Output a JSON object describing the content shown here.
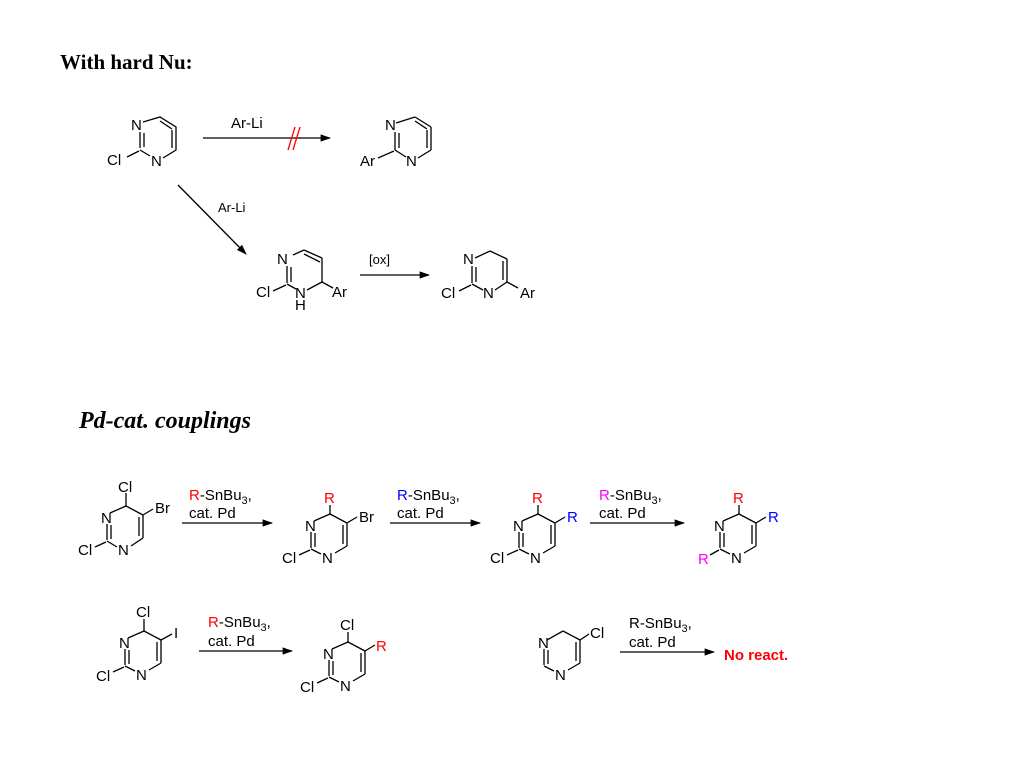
{
  "headings": {
    "hard_nu": "With hard Nu:",
    "pd_couplings": "Pd-cat. couplings"
  },
  "atoms": {
    "N": "N",
    "Cl": "Cl",
    "Ar": "Ar",
    "Br": "Br",
    "I": "I",
    "R": "R",
    "H": "H"
  },
  "reagents": {
    "ar_li": "Ar-Li",
    "ox": "[ox]",
    "r_prefix": "R",
    "snbu3": "-SnBu",
    "sub3": "3",
    "comma": ",",
    "cat_pd": "cat. Pd",
    "no_react": "No react."
  },
  "colors": {
    "red": "#ff0000",
    "blue": "#0000ff",
    "magenta": "#ff00ff",
    "no_react": "#ff0000",
    "blocked_mark": "#ff0000",
    "ink": "#000000"
  }
}
